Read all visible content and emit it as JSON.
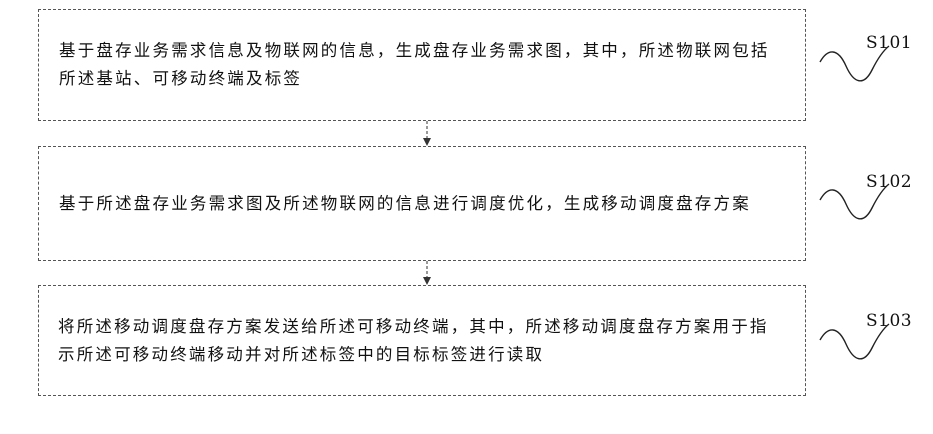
{
  "steps": [
    {
      "text": "基于盘存业务需求信息及物联网的信息，生成盘存业务需求图，其中，所述物联网包括所述基站、可移动终端及标签",
      "label": "S101"
    },
    {
      "text": "基于所述盘存业务需求图及所述物联网的信息进行调度优化，生成移动调度盘存方案",
      "label": "S102"
    },
    {
      "text": "将所述移动调度盘存方案发送给所述可移动终端，其中，所述移动调度盘存方案用于指示所述可移动终端移动并对所述标签中的目标标签进行读取",
      "label": "S103"
    }
  ]
}
